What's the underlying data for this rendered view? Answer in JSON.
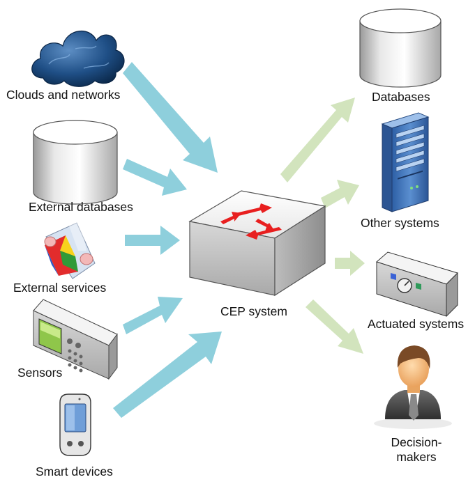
{
  "sources": [
    {
      "id": "clouds",
      "label": "Clouds and networks",
      "icon": "cloud-icon"
    },
    {
      "id": "external-db",
      "label": "External databases",
      "icon": "database-icon"
    },
    {
      "id": "external-services",
      "label": "External services",
      "icon": "service-prism-icon"
    },
    {
      "id": "sensors",
      "label": "Sensors",
      "icon": "sensor-device-icon"
    },
    {
      "id": "smart-devices",
      "label": "Smart devices",
      "icon": "smartphone-icon"
    }
  ],
  "center": {
    "label": "CEP system",
    "icon": "switch-icon"
  },
  "targets": [
    {
      "id": "databases",
      "label": "Databases",
      "icon": "database-icon"
    },
    {
      "id": "other-systems",
      "label": "Other systems",
      "icon": "server-tower-icon"
    },
    {
      "id": "actuated",
      "label": "Actuated systems",
      "icon": "actuator-device-icon"
    },
    {
      "id": "decision",
      "label_line1": "Decision-",
      "label_line2": "makers",
      "icon": "person-icon"
    }
  ],
  "colors": {
    "incoming_arrow": "#8ecfdc",
    "outgoing_arrow": "#d2e4bd",
    "switch_arrow": "#e81f1f",
    "cloud": "#1d4f86",
    "server": "#3e6fb4"
  }
}
